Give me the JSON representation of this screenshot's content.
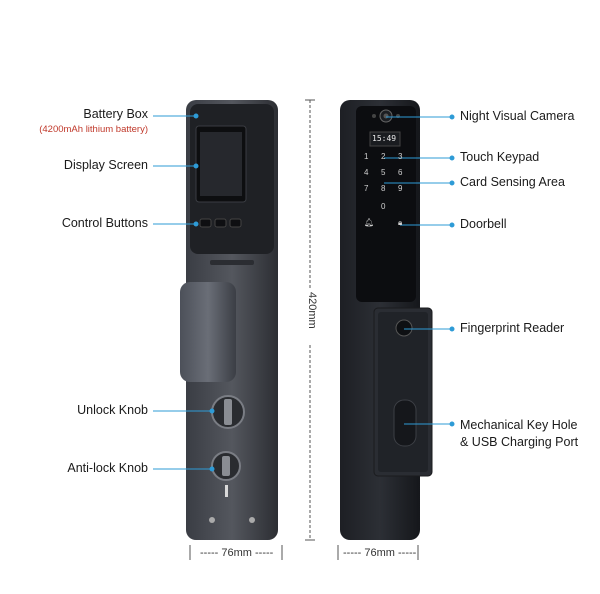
{
  "left_labels": {
    "battery_box": "Battery Box",
    "battery_note": "(4200mAh lithium battery)",
    "display_screen": "Display Screen",
    "control_buttons": "Control Buttons",
    "unlock_knob": "Unlock Knob",
    "anti_lock_knob": "Anti-lock Knob"
  },
  "right_labels": {
    "night_camera": "Night Visual Camera",
    "touch_keypad": "Touch Keypad",
    "card_sensing": "Card Sensing Area",
    "doorbell": "Doorbell",
    "fingerprint": "Fingerprint Reader",
    "key_hole_line1": "Mechanical Key Hole",
    "key_hole_line2": "& USB Charging Port"
  },
  "dimensions": {
    "height": "420mm",
    "width_left": "76mm",
    "width_right": "76mm"
  },
  "front_screen": {
    "time": "15:49",
    "keys": [
      "1",
      "2",
      "3",
      "4",
      "5",
      "6",
      "7",
      "8",
      "9",
      "0"
    ]
  },
  "colors": {
    "annotation_line": "#2e9bd6",
    "body_dark": "#2a2c31",
    "accent_red": "#c0392b"
  }
}
